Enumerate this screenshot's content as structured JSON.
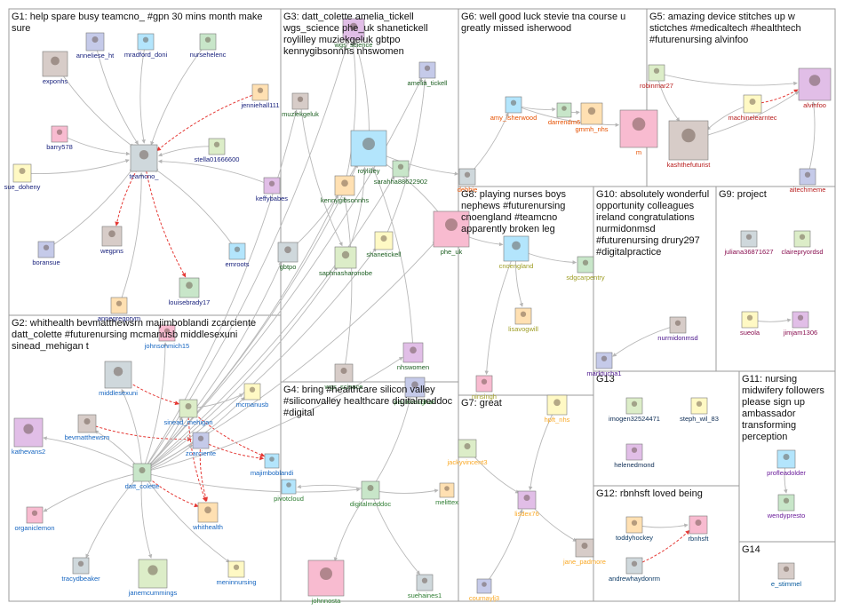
{
  "groups": [
    {
      "id": "G1",
      "label": "G1: help spare busy teamcno_ #gpn 30 mins month make sure"
    },
    {
      "id": "G2",
      "label": "G2: whithealth bevmatthewsrn majimboblandi zcarciente datt_colette #futurenursing mcmanusb middlesexuni sinead_mehigan t"
    },
    {
      "id": "G3",
      "label": "G3: datt_colette amelia_tickell wgs_science phe_uk shanetickell roylilley muziekgeluk gbtpo kennygibsonnhs nhswomen"
    },
    {
      "id": "G4",
      "label": "G4: bring #healthcare silicon valley #siliconvalley healthcare digitalmeddoc #digital"
    },
    {
      "id": "G5",
      "label": "G5: amazing device stitches up w stictches #medicaltech #healthtech #futurenursing alvinfoo"
    },
    {
      "id": "G6",
      "label": "G6: well good luck stevie tna course u greatly missed isherwood"
    },
    {
      "id": "G7",
      "label": "G7: great"
    },
    {
      "id": "G8",
      "label": "G8: playing nurses boys nephews #futurenursing cnoengland #teamcno apparently broken leg"
    },
    {
      "id": "G9",
      "label": "G9: project"
    },
    {
      "id": "G10",
      "label": "G10: absolutely wonderful opportunity colleagues ireland congratulations nurmidonmsd #futurenursing drury297 #digitalpractice"
    },
    {
      "id": "G11",
      "label": "G11: nursing midwifery followers please sign up ambassador transforming perception"
    },
    {
      "id": "G12",
      "label": "G12: rbnhsft loved being"
    },
    {
      "id": "G13",
      "label": "G13"
    },
    {
      "id": "G14",
      "label": "G14"
    }
  ],
  "vertices": [
    {
      "id": "exponhs",
      "label": "exponhs",
      "color": "#1a237e"
    },
    {
      "id": "anneliese_ht",
      "label": "anneliese_ht",
      "color": "#1a237e"
    },
    {
      "id": "mradford_doni",
      "label": "mradford_doni",
      "color": "#1a237e"
    },
    {
      "id": "nursehelenc",
      "label": "nursehelenc",
      "color": "#1a237e"
    },
    {
      "id": "jenniehall111",
      "label": "jenniehall111",
      "color": "#1a237e"
    },
    {
      "id": "barry578",
      "label": "barry578",
      "color": "#1a237e"
    },
    {
      "id": "teamcno_",
      "label": "teamcno_",
      "color": "#1a237e"
    },
    {
      "id": "stella01666600",
      "label": "stella01666600",
      "color": "#1a237e"
    },
    {
      "id": "sue_doheny",
      "label": "sue_doheny",
      "color": "#1a237e"
    },
    {
      "id": "keffybabes",
      "label": "keffybabes",
      "color": "#1a237e"
    },
    {
      "id": "wegpns",
      "label": "wegpns",
      "color": "#1a237e"
    },
    {
      "id": "boransue",
      "label": "boransue",
      "color": "#1a237e"
    },
    {
      "id": "emroots",
      "label": "emroots",
      "color": "#1a237e"
    },
    {
      "id": "louisebrady17",
      "label": "louisebrady17",
      "color": "#1a237e"
    },
    {
      "id": "annegregorym",
      "label": "annegregorym",
      "color": "#1a237e"
    },
    {
      "id": "johnsonmich15",
      "label": "johnsonmich15",
      "color": "#1565c0"
    },
    {
      "id": "middlesexuni",
      "label": "middlesexuni",
      "color": "#1565c0"
    },
    {
      "id": "sinead_mehigan",
      "label": "sinead_mehigan",
      "color": "#1565c0"
    },
    {
      "id": "mcmanusb",
      "label": "mcmanusb",
      "color": "#1565c0"
    },
    {
      "id": "kathevans2",
      "label": "kathevans2",
      "color": "#1565c0"
    },
    {
      "id": "bevmatthewsrn",
      "label": "bevmatthewsrn",
      "color": "#1565c0"
    },
    {
      "id": "zcarciente",
      "label": "zcarciente",
      "color": "#1565c0"
    },
    {
      "id": "majimboblandi",
      "label": "majimboblandi",
      "color": "#1565c0"
    },
    {
      "id": "datt_colette",
      "label": "datt_colette",
      "color": "#1565c0"
    },
    {
      "id": "whithealth",
      "label": "whithealth",
      "color": "#1565c0"
    },
    {
      "id": "organiclemon",
      "label": "organiclemon",
      "color": "#1565c0"
    },
    {
      "id": "tracydbeaker",
      "label": "tracydbeaker",
      "color": "#1565c0"
    },
    {
      "id": "janemcummings",
      "label": "janemcummings",
      "color": "#1565c0"
    },
    {
      "id": "meninnursing",
      "label": "meninnursing",
      "color": "#1565c0"
    },
    {
      "id": "wgs_science",
      "label": "wgs_science",
      "color": "#1b5e20"
    },
    {
      "id": "muziekgeluk",
      "label": "muziekgeluk",
      "color": "#1b5e20"
    },
    {
      "id": "amelia_tickell",
      "label": "amelia_tickell",
      "color": "#1b5e20"
    },
    {
      "id": "roylilley",
      "label": "roylilley",
      "color": "#1b5e20"
    },
    {
      "id": "sarahha88622902",
      "label": "sarahha88622902",
      "color": "#1b5e20"
    },
    {
      "id": "kennygibsonnhs",
      "label": "kennygibsonnhs",
      "color": "#1b5e20"
    },
    {
      "id": "phe_uk",
      "label": "phe_uk",
      "color": "#1b5e20"
    },
    {
      "id": "gbtpo",
      "label": "gbtpo",
      "color": "#1b5e20"
    },
    {
      "id": "saphnasharonobe",
      "label": "saphnasharonobe",
      "color": "#1b5e20"
    },
    {
      "id": "shanetickell",
      "label": "shanetickell",
      "color": "#1b5e20"
    },
    {
      "id": "nhswomen",
      "label": "nhswomen",
      "color": "#1b5e20"
    },
    {
      "id": "wgs_science_b",
      "label": "wgs_science",
      "color": "#1b5e20"
    },
    {
      "id": "paulnvaughan",
      "label": "paulnvaughan",
      "color": "#2e7d32"
    },
    {
      "id": "pivotcloud",
      "label": "pivotcloud",
      "color": "#2e7d32"
    },
    {
      "id": "digitalmeddoc",
      "label": "digitalmeddoc",
      "color": "#2e7d32"
    },
    {
      "id": "melittex",
      "label": "melittex",
      "color": "#2e7d32"
    },
    {
      "id": "johnnosta",
      "label": "johnnosta",
      "color": "#2e7d32"
    },
    {
      "id": "suehaines1",
      "label": "suehaines1",
      "color": "#2e7d32"
    },
    {
      "id": "robinmar27",
      "label": "robinmar27",
      "color": "#b71c1c"
    },
    {
      "id": "machinelearntec",
      "label": "machinelearntec",
      "color": "#b71c1c"
    },
    {
      "id": "alvinfoo",
      "label": "alvinfoo",
      "color": "#b71c1c"
    },
    {
      "id": "kashthefuturist",
      "label": "kashthefuturist",
      "color": "#b71c1c"
    },
    {
      "id": "aitechmeme",
      "label": "aitechmeme",
      "color": "#b71c1c"
    },
    {
      "id": "amy_isherwood",
      "label": "amy_isherwood",
      "color": "#e65100"
    },
    {
      "id": "darrendm",
      "label": "darrendm6",
      "color": "#e65100"
    },
    {
      "id": "gmmh_nhs",
      "label": "gmmh_nhs",
      "color": "#e65100"
    },
    {
      "id": "m",
      "label": "m",
      "color": "#e65100"
    },
    {
      "id": "debbie",
      "label": "debbie",
      "color": "#e65100"
    },
    {
      "id": "jackyvincent3",
      "label": "jackyvincent3",
      "color": "#f9a825"
    },
    {
      "id": "hpft_nhs",
      "label": "hpft_nhs",
      "color": "#f9a825"
    },
    {
      "id": "lisdex76",
      "label": "lisdex76",
      "color": "#f9a825"
    },
    {
      "id": "jane_padmore",
      "label": "jane_padmore",
      "color": "#f9a825"
    },
    {
      "id": "cournaylj3",
      "label": "cournaylj3",
      "color": "#f9a825"
    },
    {
      "id": "cnoengland",
      "label": "cnoengland",
      "color": "#9e9d24"
    },
    {
      "id": "sdgcarpentry",
      "label": "sdgcarpentry",
      "color": "#9e9d24"
    },
    {
      "id": "lisavogwill",
      "label": "lisavogwill",
      "color": "#9e9d24"
    },
    {
      "id": "ninsingh",
      "label": "ninsingh",
      "color": "#9e9d24"
    },
    {
      "id": "juliana",
      "label": "juliana36871627",
      "color": "#880e4f"
    },
    {
      "id": "clairepryordsd",
      "label": "clairepryordsd",
      "color": "#880e4f"
    },
    {
      "id": "sueola",
      "label": "sueola",
      "color": "#880e4f"
    },
    {
      "id": "jimjam1306",
      "label": "jimjam1306",
      "color": "#880e4f"
    },
    {
      "id": "nurmidonmsd",
      "label": "nurmidonmsd",
      "color": "#4a148c"
    },
    {
      "id": "marktucha1",
      "label": "marktucha1",
      "color": "#4a148c"
    },
    {
      "id": "profleadolder",
      "label": "profleadolder",
      "color": "#6a1b9a"
    },
    {
      "id": "wendypresto",
      "label": "wendypresto",
      "color": "#6a1b9a"
    },
    {
      "id": "todhockey",
      "label": "toddyhockey",
      "color": "#0d3b66"
    },
    {
      "id": "rbnhsft",
      "label": "rbnhsft",
      "color": "#0d3b66"
    },
    {
      "id": "andrewhaydonrm",
      "label": "andrewhaydonrm",
      "color": "#0d3b66"
    },
    {
      "id": "imogen",
      "label": "imogen32524471",
      "color": "#0d2c54"
    },
    {
      "id": "steph_wil_83",
      "label": "steph_wil_83",
      "color": "#0d2c54"
    },
    {
      "id": "helenedmond",
      "label": "helenedmond",
      "color": "#0d2c54"
    },
    {
      "id": "e_stimmel",
      "label": "e_stimmel",
      "color": "#01579b"
    }
  ]
}
